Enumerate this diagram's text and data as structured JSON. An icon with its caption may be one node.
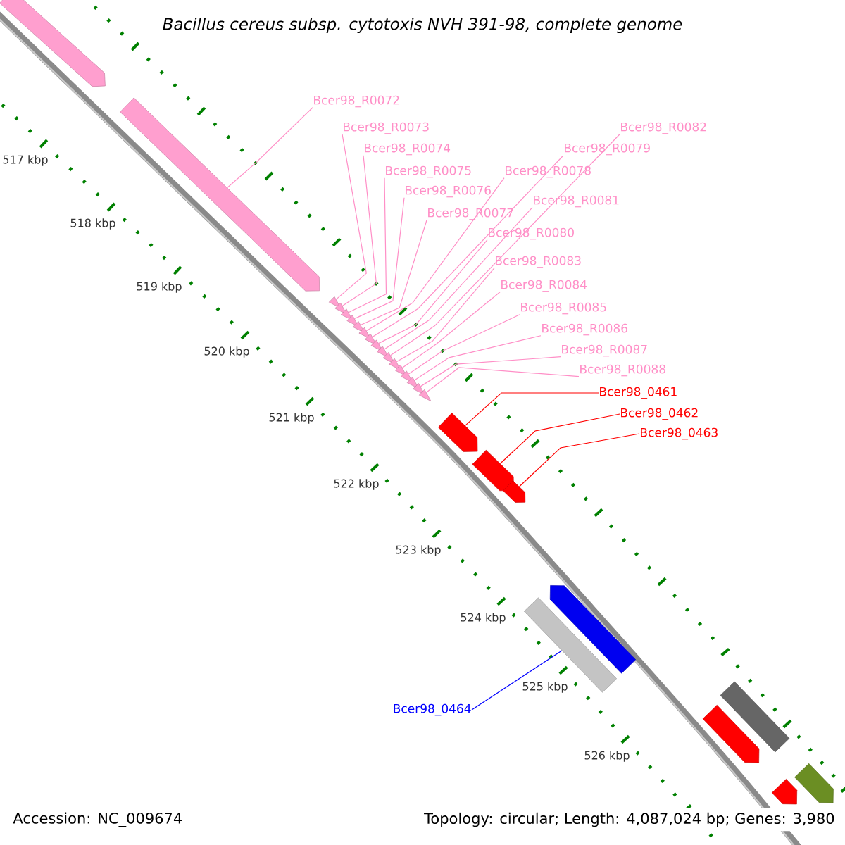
{
  "diagram": {
    "title": "Bacillus cereus subsp. cytotoxis NVH 391-98, complete genome",
    "nodes": [
      {
        "text": [],
        "shape": "pentagon"
      },
      {
        "text": [
          "Bcer98_R0072"
        ]
      },
      {
        "text": [
          "Bcer98_R0073"
        ]
      },
      {
        "text": [
          "Bcer98_R0074"
        ]
      },
      {
        "text": [
          "Bcer98_R0075"
        ]
      },
      {
        "text": [
          "Bcer98_R0076"
        ]
      },
      {
        "text": [
          "Bcer98_R0077"
        ]
      },
      {
        "text": [
          "Bcer98_R0078"
        ]
      },
      {
        "text": [
          "Bcer98_R0079"
        ]
      },
      {
        "text": [
          "Bcer98_R0080"
        ]
      },
      {
        "text": [
          "Bcer98_R0081"
        ]
      },
      {
        "text": [
          "Bcer98_R0082"
        ]
      },
      {
        "text": [
          "Bcer98_R0083"
        ]
      },
      {
        "text": [
          "Bcer98_R0084"
        ]
      },
      {
        "text": [
          "Bcer98_R0085"
        ]
      },
      {
        "text": [
          "Bcer98_R0086"
        ]
      },
      {
        "text": [
          "Bcer98_R0087"
        ]
      },
      {
        "text": [
          "Bcer98_R0088"
        ]
      },
      {
        "text": [
          "Bcer98_0461"
        ]
      },
      {
        "text": [
          "Bcer98_0462"
        ]
      },
      {
        "text": [
          "Bcer98_0463"
        ]
      },
      {
        "text": [
          "Bcer98_0464"
        ]
      },
      {
        "text": [],
        "shape": "pentagon"
      },
      {
        "text": [],
        "shape": "triangle"
      },
      {
        "text": [],
        "shape": "triangle"
      },
      {
        "text": [],
        "shape": "triangle"
      },
      {
        "text": [],
        "shape": "triangle"
      },
      {
        "text": [],
        "shape": "triangle"
      },
      {
        "text": [],
        "shape": "triangle"
      },
      {
        "text": [],
        "shape": "triangle"
      },
      {
        "text": [],
        "shape": "triangle"
      },
      {
        "text": [],
        "shape": "triangle"
      },
      {
        "text": [],
        "shape": "triangle"
      },
      {
        "text": [],
        "shape": "triangle"
      },
      {
        "text": [],
        "shape": "triangle"
      },
      {
        "text": [],
        "shape": "triangle"
      },
      {
        "text": [],
        "shape": "triangle"
      },
      {
        "text": [],
        "shape": "triangle"
      },
      {
        "text": [],
        "shape": "triangle"
      },
      {
        "text": [],
        "shape": "pentagon"
      },
      {
        "text": [],
        "shape": "pentagon"
      },
      {
        "text": [],
        "shape": "pentagon"
      },
      {
        "text": [],
        "shape": "bar"
      },
      {
        "text": [],
        "shape": "pentagon"
      },
      {
        "text": [],
        "shape": "bar"
      },
      {
        "text": [],
        "shape": "pentagon"
      },
      {
        "text": [],
        "shape": "pentagon"
      },
      {
        "text": [],
        "shape": "pentagon"
      }
    ],
    "edges": [
      {
        "from": 1,
        "to": 22,
        "arrow": "none"
      },
      {
        "from": 2,
        "to": 23,
        "arrow": "none"
      },
      {
        "from": 3,
        "to": 24,
        "arrow": "none"
      },
      {
        "from": 4,
        "to": 25,
        "arrow": "none"
      },
      {
        "from": 5,
        "to": 26,
        "arrow": "none"
      },
      {
        "from": 6,
        "to": 27,
        "arrow": "none"
      },
      {
        "from": 7,
        "to": 28,
        "arrow": "none"
      },
      {
        "from": 8,
        "to": 29,
        "arrow": "none"
      },
      {
        "from": 9,
        "to": 30,
        "arrow": "none"
      },
      {
        "from": 10,
        "to": 31,
        "arrow": "none"
      },
      {
        "from": 11,
        "to": 32,
        "arrow": "none"
      },
      {
        "from": 12,
        "to": 33,
        "arrow": "none"
      },
      {
        "from": 13,
        "to": 34,
        "arrow": "none"
      },
      {
        "from": 14,
        "to": 35,
        "arrow": "none"
      },
      {
        "from": 15,
        "to": 36,
        "arrow": "none"
      },
      {
        "from": 16,
        "to": 37,
        "arrow": "none"
      },
      {
        "from": 17,
        "to": 38,
        "arrow": "none"
      },
      {
        "from": 18,
        "to": 39,
        "arrow": "none",
        "color": "#ff0000"
      },
      {
        "from": 19,
        "to": 40,
        "arrow": "none",
        "color": "#ff0000"
      },
      {
        "from": 20,
        "to": 41,
        "arrow": "none",
        "color": "#ff0000"
      },
      {
        "from": 21,
        "to": 42,
        "arrow": "none",
        "color": "#0000ff"
      }
    ],
    "labels": [
      "517 kbp",
      "518 kbp",
      "519 kbp",
      "520 kbp",
      "521 kbp",
      "522 kbp",
      "523 kbp",
      "524 kbp",
      "525 kbp",
      "526 kbp",
      "Accession: NC_009674",
      "Topology: circular; Length: 4,087,024 bp; Genes: 3,980"
    ]
  }
}
